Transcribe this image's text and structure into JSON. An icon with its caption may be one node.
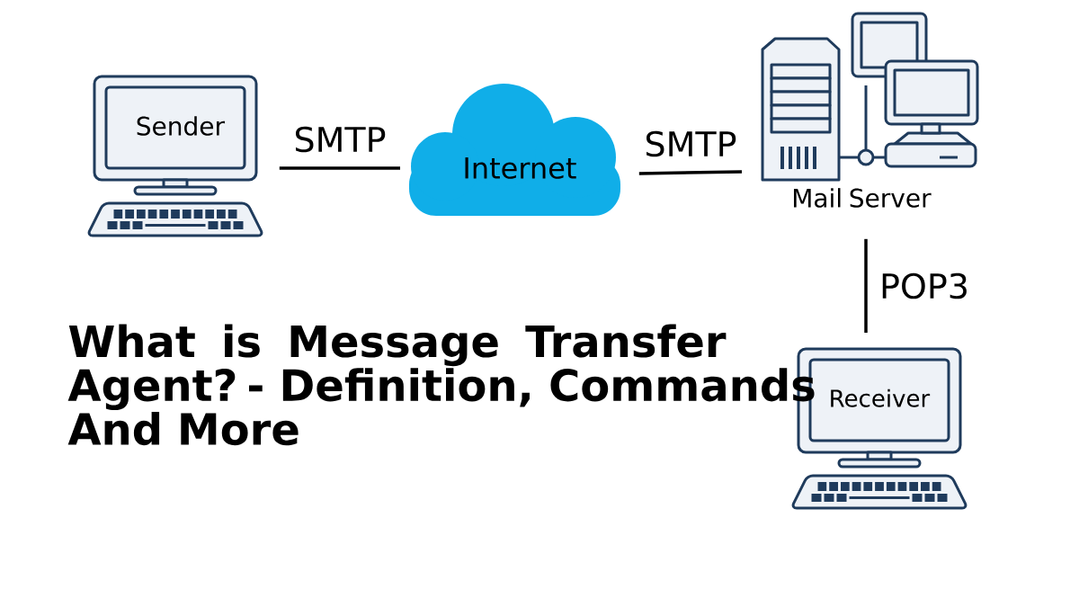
{
  "diagram": {
    "title": "What is Message Transfer Agent? - Definition, Commands And More",
    "nodes": [
      {
        "text": [
          "Sender"
        ]
      },
      {
        "text": [
          "Internet"
        ]
      },
      {
        "text": [
          "Mail Server"
        ]
      },
      {
        "text": [
          "Receiver"
        ]
      }
    ],
    "edges": [
      {
        "from": 0,
        "to": 1,
        "arrow": "none",
        "label": "SMTP"
      },
      {
        "from": 1,
        "to": 2,
        "arrow": "none",
        "label": "SMTP"
      },
      {
        "from": 2,
        "to": 3,
        "arrow": "none",
        "label": "POP3"
      }
    ]
  }
}
